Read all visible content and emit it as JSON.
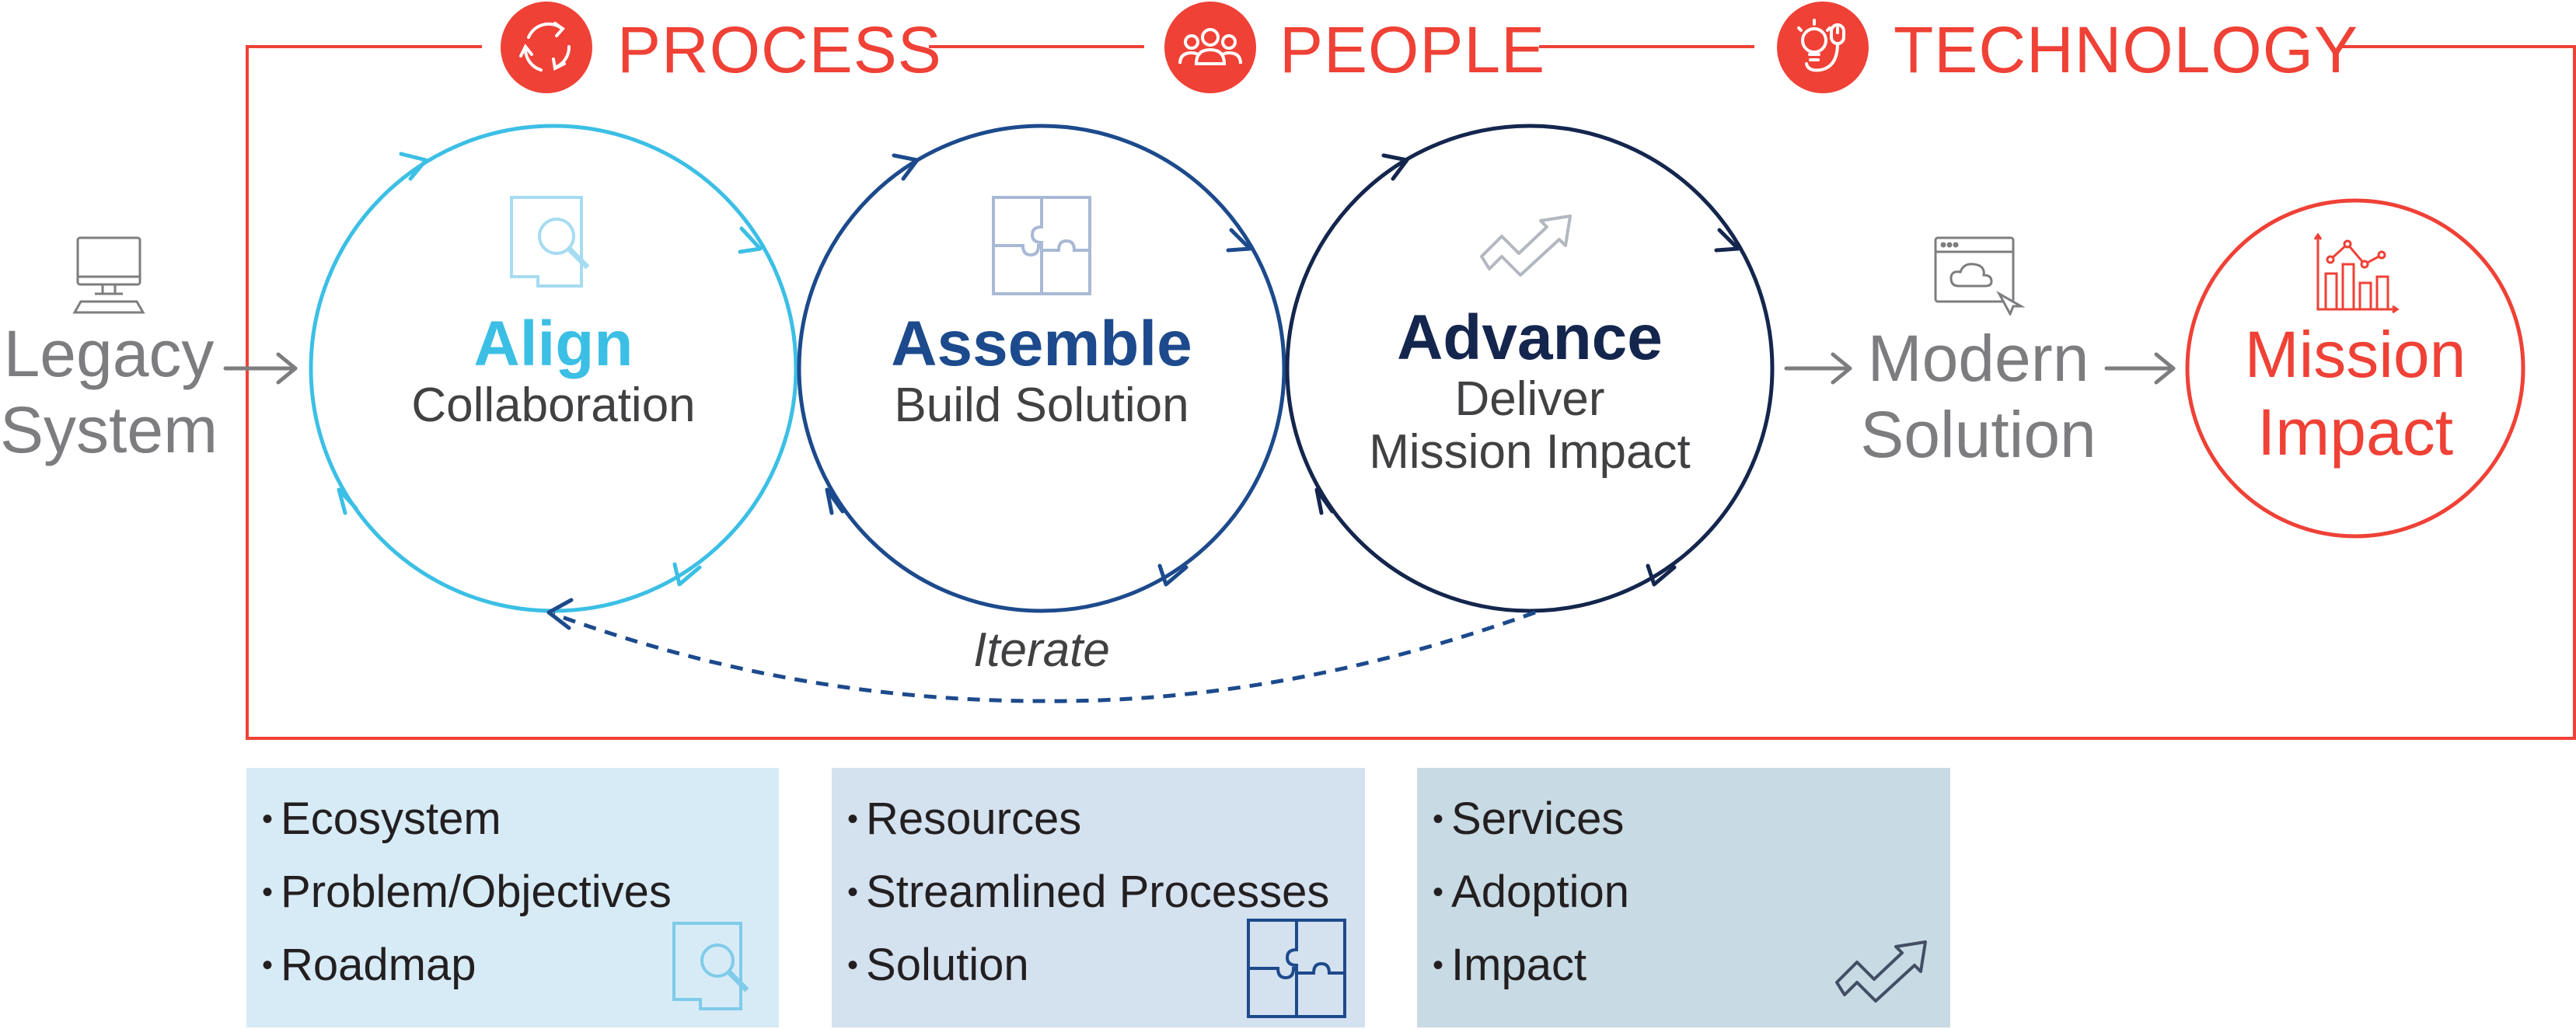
{
  "header": {
    "process": "PROCESS",
    "people": "PEOPLE",
    "technology": "TECHNOLOGY"
  },
  "legacy": {
    "line1": "Legacy",
    "line2": "System"
  },
  "phases": [
    {
      "title": "Align",
      "sub1": "Collaboration",
      "sub2": ""
    },
    {
      "title": "Assemble",
      "sub1": "Build Solution",
      "sub2": ""
    },
    {
      "title": "Advance",
      "sub1": "Deliver",
      "sub2": "Mission Impact"
    }
  ],
  "iterate": "Iterate",
  "modern": {
    "line1": "Modern",
    "line2": "Solution"
  },
  "mission": {
    "line1": "Mission",
    "line2": "Impact"
  },
  "boxes": [
    {
      "items": [
        "Ecosystem",
        "Problem/Objectives",
        "Roadmap"
      ]
    },
    {
      "items": [
        "Resources",
        "Streamlined Processes",
        "Solution"
      ]
    },
    {
      "items": [
        "Services",
        "Adoption",
        "Impact"
      ]
    }
  ],
  "colors": {
    "red": "#ef4136",
    "align": "#3cbfe5",
    "assemble": "#1c4a8c",
    "advance": "#14264d",
    "gray": "#7d7d80",
    "box1": "#d7ebf6",
    "box2": "#d4e1ef",
    "box3": "#c8dae3"
  }
}
